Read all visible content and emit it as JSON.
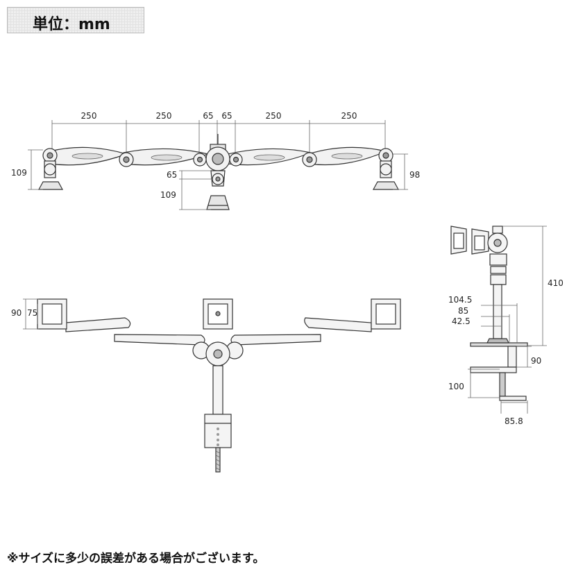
{
  "unit_label": "単位：mm",
  "note": "※サイズに多少の誤差がある場合がございます。",
  "top_view": {
    "spans": [
      "250",
      "250",
      "65",
      "65",
      "250",
      "250"
    ],
    "left_height": "109",
    "center_offset": "65",
    "center_height": "109",
    "right_height": "98"
  },
  "front_view": {
    "plate_outer": "90",
    "plate_inner": "75"
  },
  "side_view": {
    "total_height": "410",
    "pole_offsets": [
      "104.5",
      "85",
      "42.5"
    ],
    "clamp_height": "90",
    "screw_length": "100",
    "base_width": "85.8"
  },
  "colors": {
    "line": "#333333",
    "dim": "#555555",
    "fill": "#f2f2f2"
  }
}
